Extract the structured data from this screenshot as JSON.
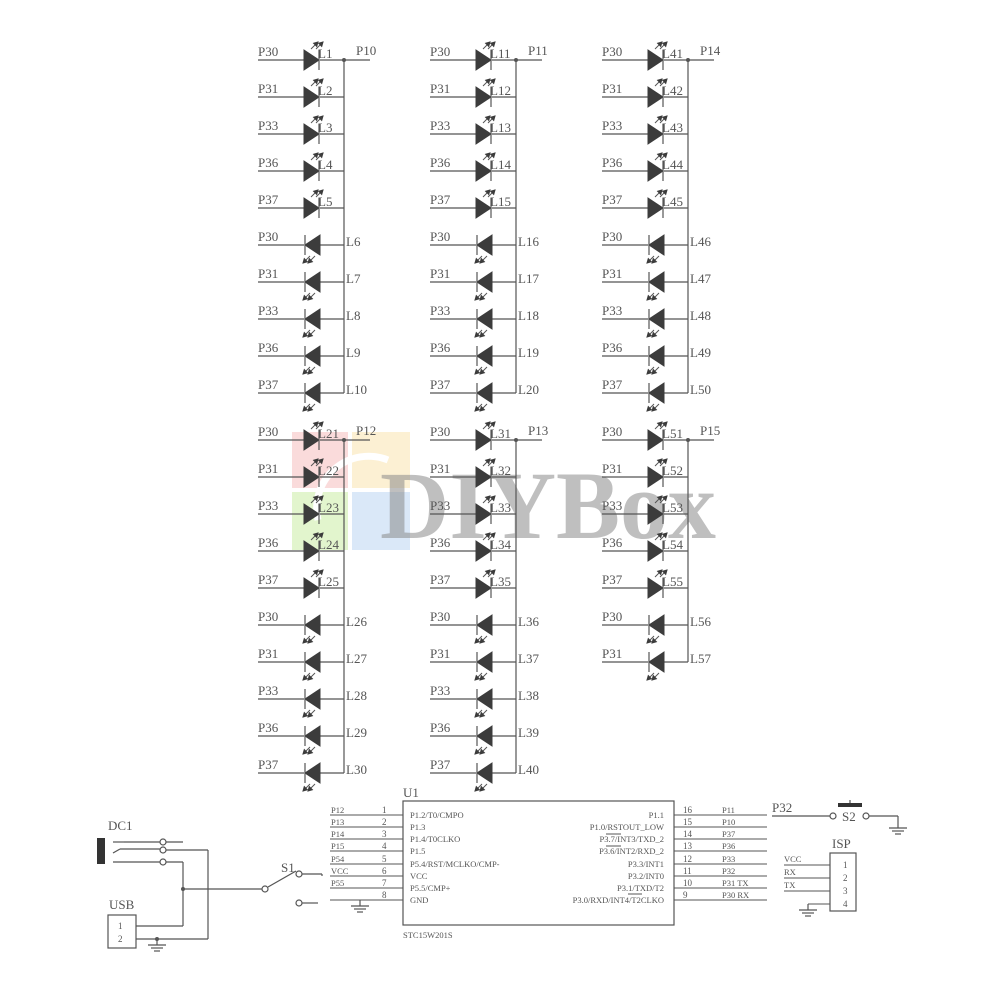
{
  "watermark": {
    "text": "DIYBox"
  },
  "led_columns": [
    {
      "blocks": [
        {
          "out": "P10",
          "leds": [
            {
              "pin": "P30",
              "label": "L1",
              "dir": "down"
            },
            {
              "pin": "P31",
              "label": "L2",
              "dir": "down"
            },
            {
              "pin": "P33",
              "label": "L3",
              "dir": "down"
            },
            {
              "pin": "P36",
              "label": "L4",
              "dir": "down"
            },
            {
              "pin": "P37",
              "label": "L5",
              "dir": "down"
            },
            {
              "pin": "P30",
              "label": "L6",
              "dir": "up"
            },
            {
              "pin": "P31",
              "label": "L7",
              "dir": "up"
            },
            {
              "pin": "P33",
              "label": "L8",
              "dir": "up"
            },
            {
              "pin": "P36",
              "label": "L9",
              "dir": "up"
            },
            {
              "pin": "P37",
              "label": "L10",
              "dir": "up"
            }
          ]
        },
        {
          "out": "P12",
          "leds": [
            {
              "pin": "P30",
              "label": "L21",
              "dir": "down"
            },
            {
              "pin": "P31",
              "label": "L22",
              "dir": "down"
            },
            {
              "pin": "P33",
              "label": "L23",
              "dir": "down"
            },
            {
              "pin": "P36",
              "label": "L24",
              "dir": "down"
            },
            {
              "pin": "P37",
              "label": "L25",
              "dir": "down"
            },
            {
              "pin": "P30",
              "label": "L26",
              "dir": "up"
            },
            {
              "pin": "P31",
              "label": "L27",
              "dir": "up"
            },
            {
              "pin": "P33",
              "label": "L28",
              "dir": "up"
            },
            {
              "pin": "P36",
              "label": "L29",
              "dir": "up"
            },
            {
              "pin": "P37",
              "label": "L30",
              "dir": "up"
            }
          ]
        }
      ]
    },
    {
      "blocks": [
        {
          "out": "P11",
          "leds": [
            {
              "pin": "P30",
              "label": "L11",
              "dir": "down"
            },
            {
              "pin": "P31",
              "label": "L12",
              "dir": "down"
            },
            {
              "pin": "P33",
              "label": "L13",
              "dir": "down"
            },
            {
              "pin": "P36",
              "label": "L14",
              "dir": "down"
            },
            {
              "pin": "P37",
              "label": "L15",
              "dir": "down"
            },
            {
              "pin": "P30",
              "label": "L16",
              "dir": "up"
            },
            {
              "pin": "P31",
              "label": "L17",
              "dir": "up"
            },
            {
              "pin": "P33",
              "label": "L18",
              "dir": "up"
            },
            {
              "pin": "P36",
              "label": "L19",
              "dir": "up"
            },
            {
              "pin": "P37",
              "label": "L20",
              "dir": "up"
            }
          ]
        },
        {
          "out": "P13",
          "leds": [
            {
              "pin": "P30",
              "label": "L31",
              "dir": "down"
            },
            {
              "pin": "P31",
              "label": "L32",
              "dir": "down"
            },
            {
              "pin": "P33",
              "label": "L33",
              "dir": "down"
            },
            {
              "pin": "P36",
              "label": "L34",
              "dir": "down"
            },
            {
              "pin": "P37",
              "label": "L35",
              "dir": "down"
            },
            {
              "pin": "P30",
              "label": "L36",
              "dir": "up"
            },
            {
              "pin": "P31",
              "label": "L37",
              "dir": "up"
            },
            {
              "pin": "P33",
              "label": "L38",
              "dir": "up"
            },
            {
              "pin": "P36",
              "label": "L39",
              "dir": "up"
            },
            {
              "pin": "P37",
              "label": "L40",
              "dir": "up"
            }
          ]
        }
      ]
    },
    {
      "blocks": [
        {
          "out": "P14",
          "leds": [
            {
              "pin": "P30",
              "label": "L41",
              "dir": "down"
            },
            {
              "pin": "P31",
              "label": "L42",
              "dir": "down"
            },
            {
              "pin": "P33",
              "label": "L43",
              "dir": "down"
            },
            {
              "pin": "P36",
              "label": "L44",
              "dir": "down"
            },
            {
              "pin": "P37",
              "label": "L45",
              "dir": "down"
            },
            {
              "pin": "P30",
              "label": "L46",
              "dir": "up"
            },
            {
              "pin": "P31",
              "label": "L47",
              "dir": "up"
            },
            {
              "pin": "P33",
              "label": "L48",
              "dir": "up"
            },
            {
              "pin": "P36",
              "label": "L49",
              "dir": "up"
            },
            {
              "pin": "P37",
              "label": "L50",
              "dir": "up"
            }
          ]
        },
        {
          "out": "P15",
          "leds": [
            {
              "pin": "P30",
              "label": "L51",
              "dir": "down"
            },
            {
              "pin": "P31",
              "label": "L52",
              "dir": "down"
            },
            {
              "pin": "P33",
              "label": "L53",
              "dir": "down"
            },
            {
              "pin": "P36",
              "label": "L54",
              "dir": "down"
            },
            {
              "pin": "P37",
              "label": "L55",
              "dir": "down"
            },
            {
              "pin": "P30",
              "label": "L56",
              "dir": "up"
            },
            {
              "pin": "P31",
              "label": "L57",
              "dir": "up"
            }
          ]
        }
      ]
    }
  ],
  "mcu": {
    "ref": "U1",
    "part": "STC15W201S",
    "left_pins": [
      {
        "num": "1",
        "func": "P1.2/T0/CMPO",
        "net": "P12"
      },
      {
        "num": "2",
        "func": "P1.3",
        "net": "P13"
      },
      {
        "num": "3",
        "func": "P1.4/T0CLKO",
        "net": "P14"
      },
      {
        "num": "4",
        "func": "P1.5",
        "net": "P15"
      },
      {
        "num": "5",
        "func": "P5.4/RST/MCLKO/CMP-",
        "net": "P54"
      },
      {
        "num": "6",
        "func": "VCC",
        "net": "VCC"
      },
      {
        "num": "7",
        "func": "P5.5/CMP+",
        "net": "P55"
      },
      {
        "num": "8",
        "func": "GND",
        "net": ""
      }
    ],
    "right_pins": [
      {
        "num": "16",
        "func": "P1.1",
        "net": "P11"
      },
      {
        "num": "15",
        "func": "P1.0/RSTOUT_LOW",
        "net": "P10"
      },
      {
        "num": "14",
        "func": "P3.7/INT3/TXD_2",
        "net": "P37"
      },
      {
        "num": "13",
        "func": "P3.6/INT2/RXD_2",
        "net": "P36"
      },
      {
        "num": "12",
        "func": "P3.3/INT1",
        "net": "P33"
      },
      {
        "num": "11",
        "func": "P3.2/INT0",
        "net": "P32"
      },
      {
        "num": "10",
        "func": "P3.1/TXD/T2",
        "net": "P31 TX"
      },
      {
        "num": "9",
        "func": "P3.0/RXD/INT4/T2CLKO",
        "net": "P30 RX"
      }
    ]
  },
  "dc1": {
    "label": "DC1"
  },
  "usb": {
    "label": "USB",
    "pins": [
      "1",
      "2"
    ]
  },
  "switch_s1": {
    "label": "S1"
  },
  "switch_s2": {
    "label": "S2",
    "net": "P32"
  },
  "isp": {
    "label": "ISP",
    "nets": [
      "VCC",
      "RX",
      "TX"
    ],
    "pins": [
      "1",
      "2",
      "3",
      "4"
    ]
  }
}
